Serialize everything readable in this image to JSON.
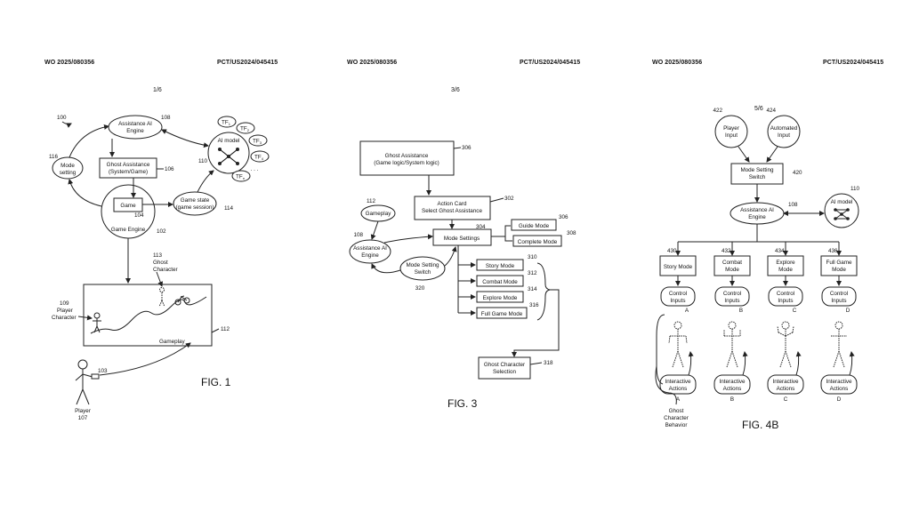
{
  "headers": [
    {
      "left": "WO 2025/080356",
      "right": "PCT/US2024/045415"
    },
    {
      "left": "WO 2025/080356",
      "right": "PCT/US2024/045415"
    },
    {
      "left": "WO 2025/080356",
      "right": "PCT/US2024/045415"
    }
  ],
  "pages": [
    "1/6",
    "3/6",
    "5/6"
  ],
  "fig1": {
    "caption": "FIG. 1",
    "assistance_engine": [
      "Assistance AI",
      "Engine"
    ],
    "ref_engine": "108",
    "ref_system": "100",
    "ai_model": "AI model",
    "ref_ai": "110",
    "tf": [
      "TF",
      "TF",
      "TF",
      "TF",
      "TF"
    ],
    "tf_sub": [
      "1",
      "2",
      "3",
      "4",
      "n"
    ],
    "mode_setting": [
      "Mode",
      "setting"
    ],
    "ref_mode": "116",
    "ghost_assistance": [
      "Ghost Assistance",
      "(System/Game)"
    ],
    "ref_ghost": "106",
    "game": "Game",
    "ref_game": "104",
    "game_engine": "Game Engine",
    "ref_game_engine": "102",
    "game_state": [
      "Game state",
      "(game session)"
    ],
    "ref_state": "114",
    "ghost_character": [
      "113",
      "Ghost",
      "Character"
    ],
    "player_character": [
      "109",
      "Player",
      "Character"
    ],
    "gameplay": "Gameplay",
    "ref_gameplay": "112",
    "ref_controller": "103",
    "player": [
      "Player",
      "107"
    ]
  },
  "fig3": {
    "caption": "FIG. 3",
    "ghost_assist": [
      "Ghost Assistance",
      "(Game logic/System logic)"
    ],
    "ref_ghost": "306",
    "action_card": [
      "Action Card",
      "Select Ghost Assistance"
    ],
    "ref_action": "302",
    "gameplay": "Gameplay",
    "ref_gameplay": "112",
    "assist_engine": [
      "Assistance AI",
      "Engine"
    ],
    "ref_engine": "108",
    "mode_settings": "Mode Settings",
    "ref_mode_settings": "304",
    "guide_mode": "Guide Mode",
    "ref_guide": "306",
    "complete_mode": "Complete Mode",
    "ref_complete": "308",
    "mode_switch": [
      "Mode Setting",
      "Switch"
    ],
    "ref_switch": "320",
    "modes": [
      "Story Mode",
      "Combat Mode",
      "Explore Mode",
      "Full Game Mode"
    ],
    "mode_refs": [
      "310",
      "312",
      "314",
      "316"
    ],
    "ghost_selection": [
      "Ghost Character",
      "Selection"
    ],
    "ref_selection": "318"
  },
  "fig4b": {
    "caption": "FIG. 4B",
    "player_input": [
      "Player",
      "Input"
    ],
    "ref_player_input": "422",
    "automated_input": [
      "Automated",
      "Input"
    ],
    "ref_auto": "424",
    "mode_switch": [
      "Mode Setting",
      "Switch"
    ],
    "ref_switch": "420",
    "assist_engine": [
      "Assistance AI",
      "Engine"
    ],
    "ref_engine": "108",
    "ai_model": "AI model",
    "ref_ai": "110",
    "modes": [
      [
        "Story Mode"
      ],
      [
        "Combat",
        "Mode"
      ],
      [
        "Explore",
        "Mode"
      ],
      [
        "Full Game",
        "Mode"
      ]
    ],
    "mode_refs": [
      "430",
      "432",
      "434",
      "436"
    ],
    "control": [
      "Control",
      "Inputs"
    ],
    "letters": [
      "A",
      "B",
      "C",
      "D"
    ],
    "interactive": [
      "Interactive",
      "Actions"
    ],
    "behavior": [
      "Ghost",
      "Character",
      "Behavior"
    ]
  }
}
